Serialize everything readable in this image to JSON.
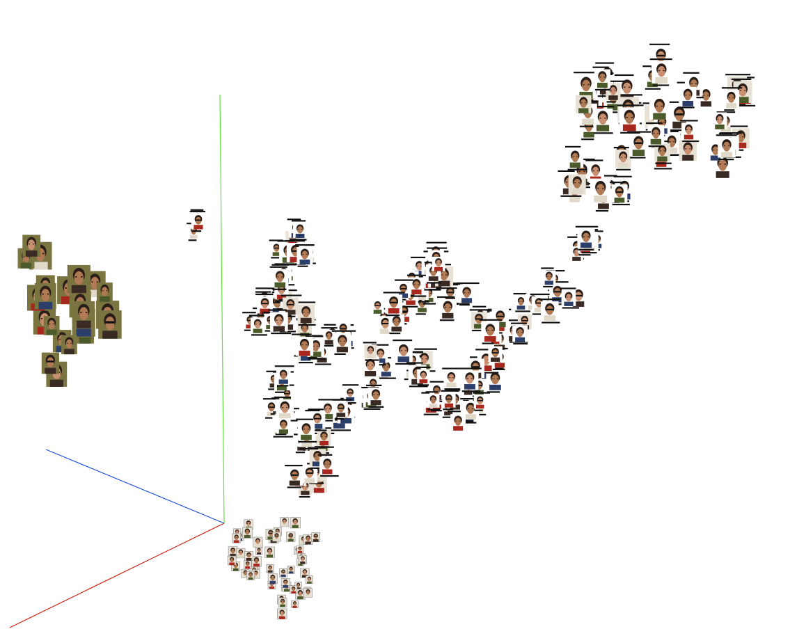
{
  "scene": {
    "background_color": "#ffffff",
    "axes": {
      "x_color": "#d02010",
      "y_color": "#60e040",
      "z_color": "#2050e0"
    },
    "thumbnail_palette": {
      "skin": "#b07a55",
      "hair": "#2a1e18",
      "frame": "#ffffff",
      "frame_border": "#8a8a8a",
      "caption_bar": "#111111",
      "backdrop_light": "#e8e2d6",
      "backdrop_olive": "#7a7440",
      "shirt_red": "#a8281e",
      "shirt_dark": "#3a2a24"
    },
    "clusters": [
      {
        "name": "face-cluster-top-right",
        "thumbnails": 60
      },
      {
        "name": "face-cluster-center",
        "thumbnails": 180
      },
      {
        "name": "face-cluster-left-olive",
        "thumbnails": 22
      },
      {
        "name": "face-cluster-bottom-small",
        "thumbnails": 55
      },
      {
        "name": "face-cluster-small-top",
        "thumbnails": 3
      }
    ]
  }
}
